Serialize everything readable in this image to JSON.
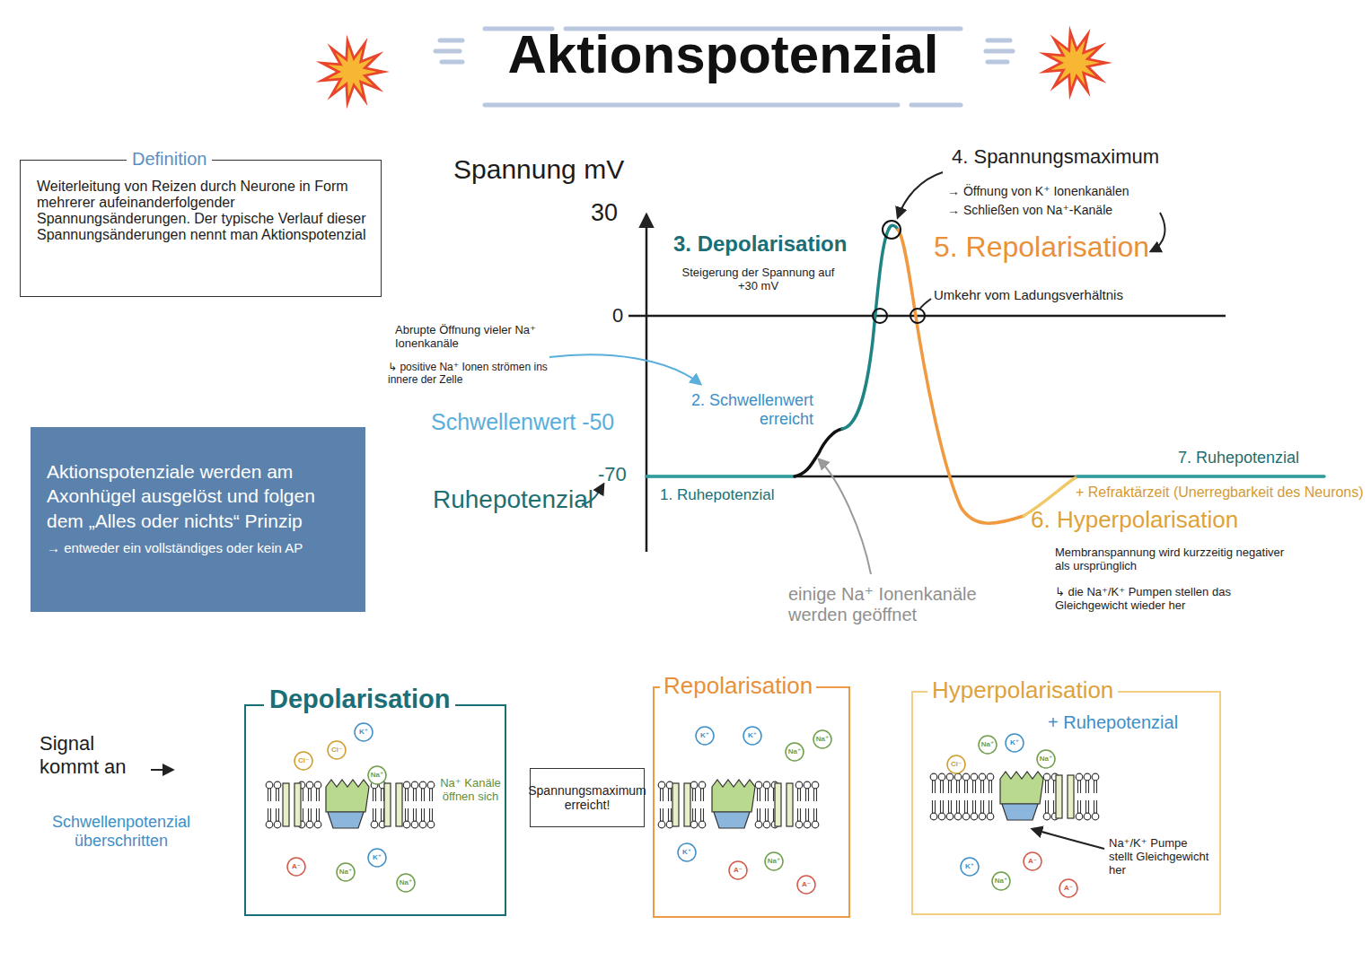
{
  "diagram": {
    "title": "Aktionspotenzial",
    "nodes": [
      {
        "text": [
          "Definition",
          "Weiterleitung von Reizen durch Neurone in Form mehrerer aufeinanderfolgender Spannungsänderungen. Der typische Verlauf dieser Spannungsänderungen nennt man Aktionspotenzial"
        ]
      },
      {
        "text": [
          "Aktionspotenziale werden am Axonhügel ausgelöst und folgen dem „Alles oder nichts“ Prinzip",
          "→ entweder ein vollständiges oder kein AP"
        ]
      },
      {
        "text": [
          "Depolarisation",
          "Na⁺ Kanäle öffnen sich"
        ]
      },
      {
        "text": [
          "Spannungsmaximum erreicht!"
        ]
      },
      {
        "text": [
          "Repolarisation"
        ]
      },
      {
        "text": [
          "Hyperpolarisation",
          "+ Ruhepotenzial",
          "Na⁺/K⁺ Pumpe stellt Gleichgewicht her"
        ]
      }
    ],
    "labels": [
      "Spannung mV",
      "30",
      "0",
      "-70",
      "Schwellenwert -50",
      "Ruhepotenzial",
      "3. Depolarisation",
      "Steigerung der Spannung auf +30 mV",
      "4. Spannungsmaximum",
      "→ Öffnung von K⁺ Ionenkanälen",
      "→ Schließen von Na⁺-Kanäle",
      "5. Repolarisation",
      "Umkehr vom Ladungsverhältnis",
      "Abrupte Öffnung vieler Na⁺ Ionenkanäle",
      "↳ positive Na⁺ Ionen strömen ins innere der Zelle",
      "2. Schwellenwert erreicht",
      "1. Ruhepotenzial",
      "einige Na⁺ Ionenkanäle werden geöffnet",
      "7. Ruhepotenzial",
      "+ Refraktärzeit (Unerregbarkeit des Neurons)",
      "6. Hyperpolarisation",
      "Membranspannung wird kurzzeitig negativer als ursprünglich",
      "↳ die Na⁺/K⁺ Pumpen stellen das Gleichgewicht wieder her",
      "Signal kommt an",
      "Schwellenpotenzial überschritten",
      "K⁺",
      "Cl⁻",
      "Cl⁻",
      "Na⁺",
      "A⁻",
      "Na⁺",
      "K⁺",
      "Na⁺",
      "K⁺",
      "K⁺",
      "Na⁺",
      "Na⁺",
      "K⁺",
      "A⁻",
      "Na⁺",
      "A⁻",
      "Na⁺",
      "K⁺",
      "Na⁺",
      "Cl⁻",
      "K⁺",
      "Na⁺",
      "A⁻",
      "A⁻"
    ]
  }
}
